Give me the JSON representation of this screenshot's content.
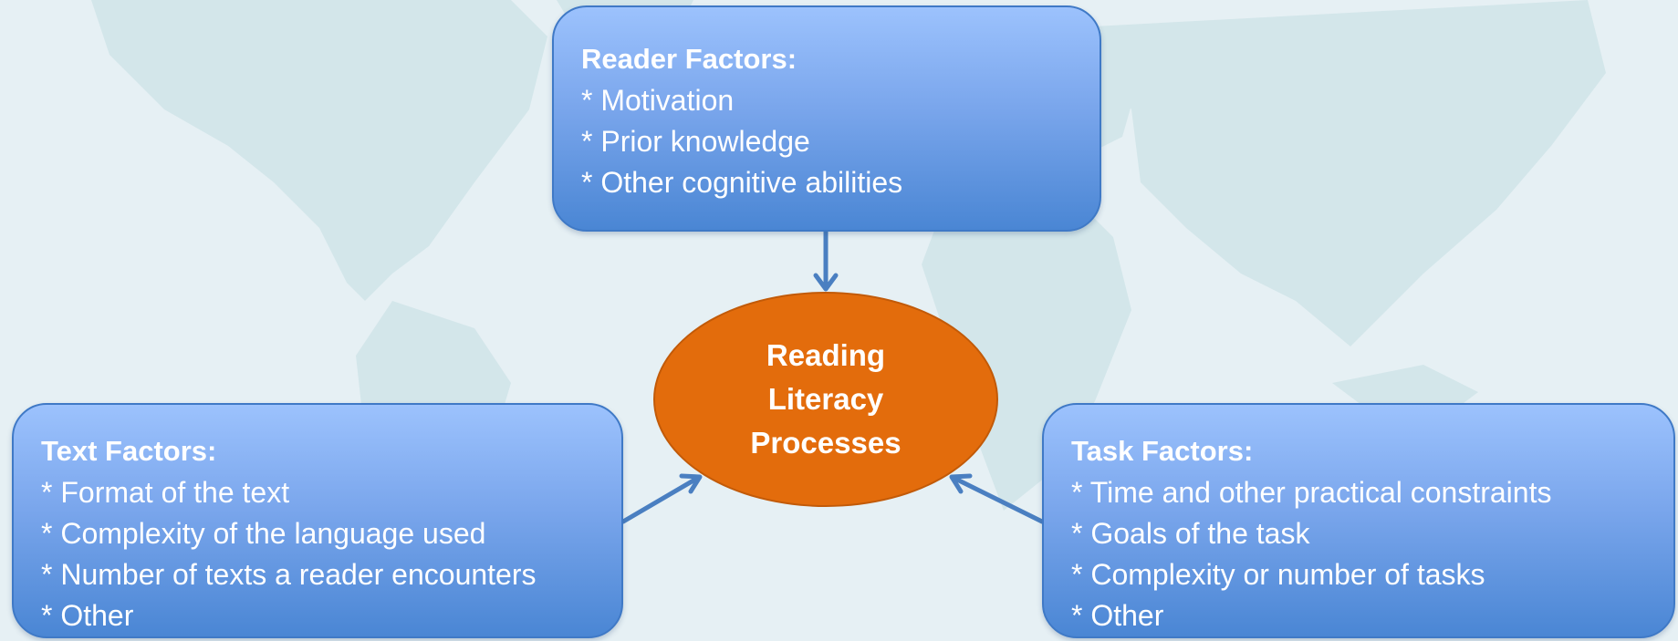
{
  "background": {
    "color": "#e6f0f4",
    "map_color": "#d3e6ea"
  },
  "center": {
    "lines": [
      "Reading",
      "Literacy",
      "Processes"
    ],
    "color": "#e36c0c"
  },
  "reader_factors": {
    "heading": "Reader Factors:",
    "items": [
      "* Motivation",
      "* Prior knowledge",
      "* Other cognitive abilities"
    ]
  },
  "text_factors": {
    "heading": "Text Factors:",
    "items": [
      "* Format of the text",
      "* Complexity of the language used",
      "* Number of texts a reader encounters",
      "* Other"
    ]
  },
  "task_factors": {
    "heading": "Task Factors:",
    "items": [
      "* Time and other practical constraints",
      "* Goals of the task",
      "* Complexity or number of tasks",
      "* Other"
    ]
  },
  "colors": {
    "box_border": "#3f79c6",
    "arrow": "#4a7fc1",
    "text": "#ffffff"
  }
}
